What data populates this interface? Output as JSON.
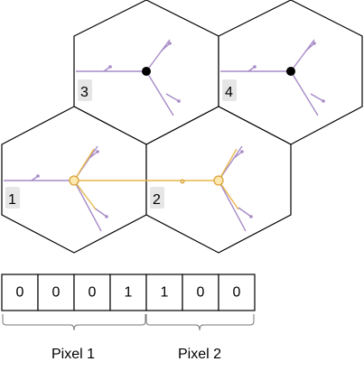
{
  "hexagons": [
    {
      "label": "1",
      "type": "active"
    },
    {
      "label": "2",
      "type": "active"
    },
    {
      "label": "3",
      "type": "inactive"
    },
    {
      "label": "4",
      "type": "inactive"
    }
  ],
  "bits": [
    "0",
    "0",
    "0",
    "1",
    "1",
    "0",
    "0"
  ],
  "groups": [
    {
      "label": "Pixel 1"
    },
    {
      "label": "Pixel 2"
    }
  ],
  "colors": {
    "tree": "#a68bc6",
    "link": "#e8b64c",
    "active_node": "#fde8b0"
  }
}
